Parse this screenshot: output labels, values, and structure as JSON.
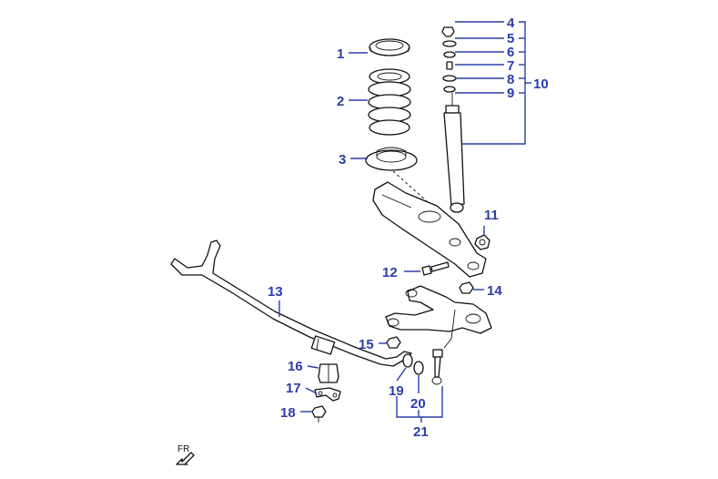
{
  "callouts": [
    "1",
    "2",
    "3",
    "4",
    "5",
    "6",
    "7",
    "8",
    "9",
    "10",
    "11",
    "12",
    "13",
    "14",
    "15",
    "16",
    "17",
    "18",
    "19",
    "20",
    "21"
  ],
  "direction_label": "FR"
}
